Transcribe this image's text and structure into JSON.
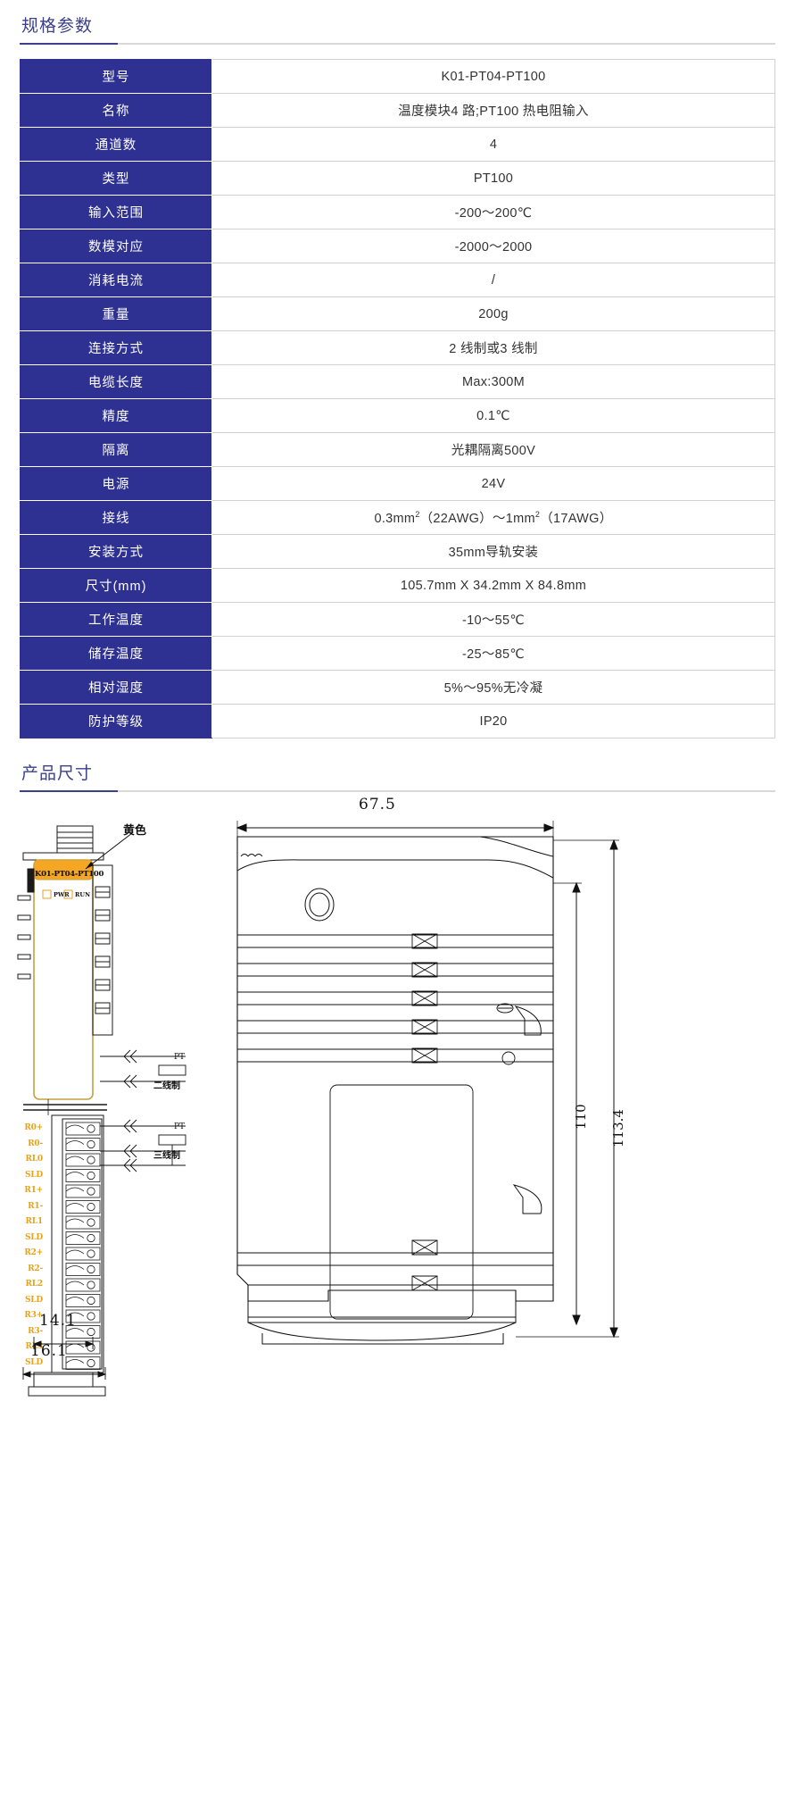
{
  "sections": {
    "spec": {
      "title": "规格参数"
    },
    "dimensions": {
      "title": "产品尺寸"
    }
  },
  "spec_table": {
    "rows": [
      {
        "key": "型号",
        "value": "K01-PT04-PT100"
      },
      {
        "key": "名称",
        "value": "温度模块4 路;PT100 热电阻输入"
      },
      {
        "key": "通道数",
        "value": "4"
      },
      {
        "key": "类型",
        "value": "PT100"
      },
      {
        "key": "输入范围",
        "value": "-200～200℃"
      },
      {
        "key": "数模对应",
        "value": "-2000～2000"
      },
      {
        "key": "消耗电流",
        "value": "/"
      },
      {
        "key": "重量",
        "value": "200g"
      },
      {
        "key": "连接方式",
        "value": "2 线制或3 线制"
      },
      {
        "key": "电缆长度",
        "value": "Max:300M"
      },
      {
        "key": "精度",
        "value": "0.1℃"
      },
      {
        "key": "隔离",
        "value": "光耦隔离500V"
      },
      {
        "key": "电源",
        "value": "24V"
      },
      {
        "key": "接线",
        "value_html": "0.3mm<sup>2</sup>（22AWG）～1mm<sup>2</sup>（17AWG）"
      },
      {
        "key": "安装方式",
        "value": "35mm导轨安装"
      },
      {
        "key": "尺寸(mm)",
        "value": "105.7mm X 34.2mm X 84.8mm"
      },
      {
        "key": "工作温度",
        "value": "-10～55℃"
      },
      {
        "key": "储存温度",
        "value": "-25～85℃"
      },
      {
        "key": "相对湿度",
        "value": "5%～95%无冷凝"
      },
      {
        "key": "防护等级",
        "value": "IP20"
      }
    ]
  },
  "drawing": {
    "callout_yellow": "黄色",
    "module_name": "K01-PT04-PT100",
    "led_labels": [
      "PWR",
      "RUN"
    ],
    "terminals": [
      "R0+",
      "R0-",
      "RL0",
      "SLD",
      "R1+",
      "R1-",
      "RL1",
      "SLD",
      "R2+",
      "R2-",
      "RL2",
      "SLD",
      "R3+",
      "R3-",
      "RL3",
      "SLD"
    ],
    "wiring_notes": [
      {
        "device": "PT",
        "mode": "二线制"
      },
      {
        "device": "PT",
        "mode": "三线制"
      }
    ],
    "dimensions_front": {
      "width_inner": "14.1",
      "width_outer": "16.1"
    },
    "dimensions_side": {
      "width": "67.5",
      "height_inner": "110",
      "height_outer": "113.4"
    }
  },
  "colors": {
    "brand": "#2e3191",
    "heading": "#3b3f8c",
    "terminal_label": "#e8a316",
    "module_band": "#f5a623"
  }
}
